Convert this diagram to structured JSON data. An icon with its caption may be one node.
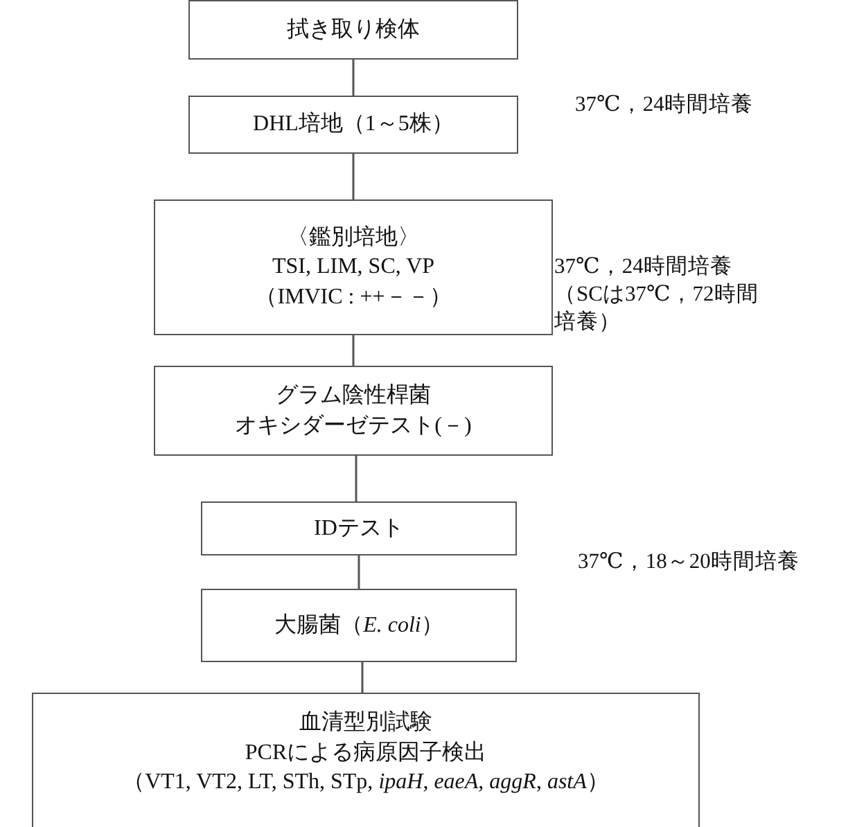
{
  "diagram": {
    "nodes": [
      {
        "text": [
          "拭き取り検体"
        ]
      },
      {
        "text": [
          "DHL培地（1～5株）"
        ]
      },
      {
        "text": [
          "〈鑑別培地〉",
          "TSI, LIM, SC, VP",
          "（IMVIC : ++－－）"
        ]
      },
      {
        "text": [
          "グラム陰性桿菌",
          "オキシダーゼテスト(－)"
        ]
      },
      {
        "text": [
          "IDテスト"
        ]
      },
      {
        "text": [
          "大腸菌（*E. coli*）"
        ]
      },
      {
        "text": [
          "血清型別試験",
          "PCRによる病原因子検出",
          "（VT1, VT2, LT, STh, STp, *ipaH*, *eaeA*, *aggR*, *astA*）"
        ]
      }
    ],
    "edges": [
      {
        "from": 0,
        "to": 1,
        "arrow": "none"
      },
      {
        "from": 1,
        "to": 2,
        "arrow": "none"
      },
      {
        "from": 2,
        "to": 3,
        "arrow": "none"
      },
      {
        "from": 3,
        "to": 4,
        "arrow": "none"
      },
      {
        "from": 4,
        "to": 5,
        "arrow": "none"
      },
      {
        "from": 5,
        "to": 6,
        "arrow": "none"
      }
    ],
    "labels": [
      "37℃，24時間培養",
      "37℃，24時間培養（SCは37℃，72時間培養）",
      "37℃，18～20時間培養"
    ]
  }
}
